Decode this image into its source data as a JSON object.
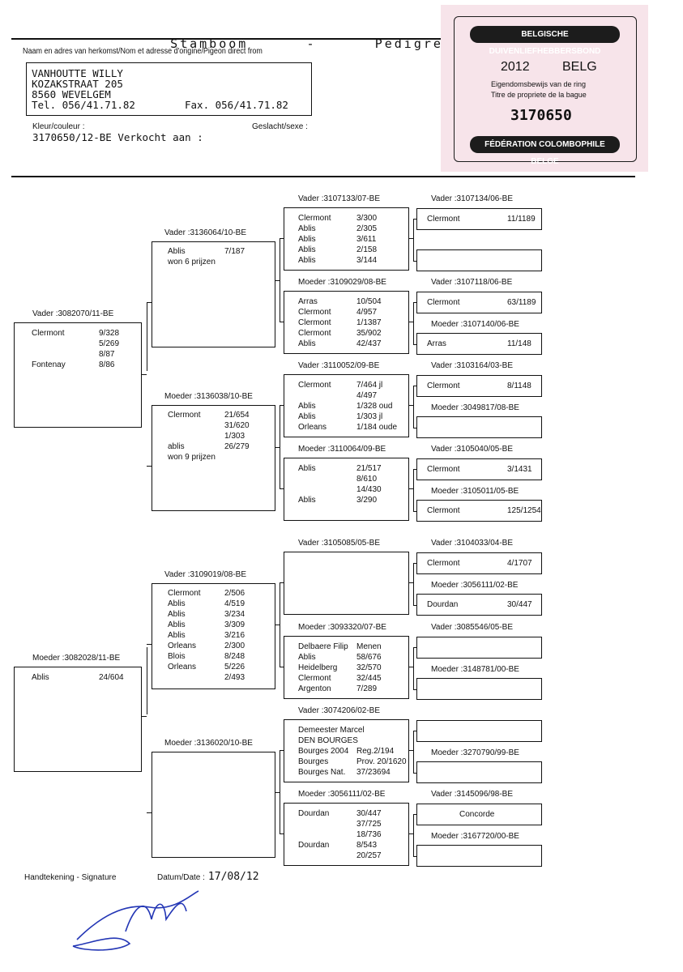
{
  "header": {
    "title_left": "Stamboom",
    "title_dash": "-",
    "title_right": "Pedigree",
    "origin_label": "Naam en adres van herkomst/Nom et adresse d'origine/Pigeon direct from",
    "owner_name": "VANHOUTTE WILLY",
    "owner_street": "KOZAKSTRAAT 205",
    "owner_city": "8560 WEVELGEM",
    "owner_tel": "Tel. 056/41.71.82",
    "owner_fax": "Fax. 056/41.71.82",
    "color_label": "Kleur/couleur :",
    "sex_label": "Geslacht/sexe :",
    "pigeon_line": "3170650/12-BE Verkocht aan :"
  },
  "stamp": {
    "top_banner": "BELGISCHE DUIVENLIEFHEBBERSBOND",
    "year": "2012",
    "country": "BELG",
    "line1": "Eigendomsbewijs van de ring",
    "line2": "Titre de propriete de la bague",
    "number": "3170650",
    "bottom_banner": "FÉDÉRATION COLOMBOPHILE BELGE",
    "colors": {
      "paper": "#f7e4ea",
      "ink": "#1c1c1c"
    }
  },
  "tree": {
    "sire": {
      "label": "Vader :3082070/11-BE",
      "lines": [
        [
          "Clermont",
          "9/328"
        ],
        [
          "",
          "5/269"
        ],
        [
          "",
          "8/87"
        ],
        [
          "Fontenay",
          "8/86"
        ]
      ]
    },
    "dam": {
      "label": "Moeder :3082028/11-BE",
      "lines": [
        [
          "Ablis",
          "24/604"
        ]
      ]
    },
    "gen2": [
      {
        "label": "Vader :3136064/10-BE",
        "lines": [
          [
            "Ablis",
            "7/187"
          ],
          [
            "won 6 prijzen",
            ""
          ]
        ]
      },
      {
        "label": "Moeder :3136038/10-BE",
        "lines": [
          [
            "Clermont",
            "21/654"
          ],
          [
            "",
            "31/620"
          ],
          [
            "",
            "1/303"
          ],
          [
            "ablis",
            "26/279"
          ],
          [
            "won 9 prijzen",
            ""
          ]
        ]
      },
      {
        "label": "Vader :3109019/08-BE",
        "lines": [
          [
            "Clermont",
            "2/506"
          ],
          [
            "Ablis",
            "4/519"
          ],
          [
            "Ablis",
            "3/234"
          ],
          [
            "Ablis",
            "3/309"
          ],
          [
            "Ablis",
            "3/216"
          ],
          [
            "Orleans",
            "2/300"
          ],
          [
            "Blois",
            "8/248"
          ],
          [
            "Orleans",
            "5/226"
          ],
          [
            "",
            "2/493"
          ]
        ]
      },
      {
        "label": "Moeder :3136020/10-BE",
        "lines": []
      }
    ],
    "gen3": [
      {
        "label": "Vader :3107133/07-BE",
        "lines": [
          [
            "Clermont",
            "3/300"
          ],
          [
            "Ablis",
            "2/305"
          ],
          [
            "Ablis",
            "3/611"
          ],
          [
            "Ablis",
            "2/158"
          ],
          [
            "Ablis",
            "3/144"
          ]
        ]
      },
      {
        "label": "Moeder :3109029/08-BE",
        "lines": [
          [
            "Arras",
            "10/504"
          ],
          [
            "Clermont",
            "4/957"
          ],
          [
            "Clermont",
            "1/1387"
          ],
          [
            "Clermont",
            "35/902"
          ],
          [
            "Ablis",
            "42/437"
          ]
        ]
      },
      {
        "label": "Vader :3110052/09-BE",
        "lines": [
          [
            "Clermont",
            "7/464 jl"
          ],
          [
            "",
            "4/497"
          ],
          [
            "Ablis",
            "1/328 oud"
          ],
          [
            "Ablis",
            "1/303 jl"
          ],
          [
            "Orleans",
            "1/184 oude"
          ]
        ]
      },
      {
        "label": "Moeder :3110064/09-BE",
        "lines": [
          [
            "Ablis",
            "21/517"
          ],
          [
            "",
            "8/610"
          ],
          [
            "",
            "14/430"
          ],
          [
            "Ablis",
            "3/290"
          ]
        ]
      },
      {
        "label": "Vader :3105085/05-BE",
        "lines": []
      },
      {
        "label": "Moeder :3093320/07-BE",
        "lines": [
          [
            "Delbaere Filip",
            "Menen"
          ],
          [
            "Ablis",
            "58/676"
          ],
          [
            "Heidelberg",
            "32/570"
          ],
          [
            "Clermont",
            "32/445"
          ],
          [
            "Argenton",
            "7/289"
          ]
        ]
      },
      {
        "label": "Vader :3074206/02-BE",
        "lines": [
          [
            "Demeester Marcel",
            ""
          ],
          [
            "DEN BOURGES",
            ""
          ],
          [
            "Bourges 2004",
            "Reg.2/194"
          ],
          [
            "Bourges",
            "Prov. 20/1620"
          ],
          [
            "Bourges Nat.",
            "37/23694"
          ]
        ]
      },
      {
        "label": "Moeder :3056111/02-BE",
        "lines": [
          [
            "Dourdan",
            "30/447"
          ],
          [
            "",
            "37/725"
          ],
          [
            "",
            "18/736"
          ],
          [
            "Dourdan",
            "8/543"
          ],
          [
            "",
            "20/257"
          ]
        ]
      }
    ],
    "gen4": [
      {
        "label": "Vader :3107134/06-BE",
        "text": "Clermont",
        "value": "11/1189"
      },
      {
        "label": "",
        "text": "",
        "value": ""
      },
      {
        "label": "Vader :3107118/06-BE",
        "text": "Clermont",
        "value": "63/1189"
      },
      {
        "label": "Moeder :3107140/06-BE",
        "text": "Arras",
        "value": "11/148"
      },
      {
        "label": "Vader :3103164/03-BE",
        "text": "Clermont",
        "value": "8/1148"
      },
      {
        "label": "Moeder :3049817/08-BE",
        "text": "",
        "value": ""
      },
      {
        "label": "Vader :3105040/05-BE",
        "text": "Clermont",
        "value": "3/1431"
      },
      {
        "label": "Moeder :3105011/05-BE",
        "text": "Clermont",
        "value": "125/1254"
      },
      {
        "label": "Vader :3104033/04-BE",
        "text": "Clermont",
        "value": "4/1707"
      },
      {
        "label": "Moeder :3056111/02-BE",
        "text": "Dourdan",
        "value": "30/447"
      },
      {
        "label": "Vader :3085546/05-BE",
        "text": "",
        "value": ""
      },
      {
        "label": "Moeder :3148781/00-BE",
        "text": "",
        "value": ""
      },
      {
        "label": "",
        "text": "",
        "value": ""
      },
      {
        "label": "Moeder :3270790/99-BE",
        "text": "",
        "value": ""
      },
      {
        "label": "Vader :3145096/98-BE",
        "text": "Concorde",
        "value": ""
      },
      {
        "label": "Moeder :3167720/00-BE",
        "text": "",
        "value": ""
      }
    ]
  },
  "footer": {
    "signature_label": "Handtekening - Signature",
    "date_label": "Datum/Date :",
    "date_value": "17/08/12",
    "signature_text": "Vanhoutte"
  }
}
